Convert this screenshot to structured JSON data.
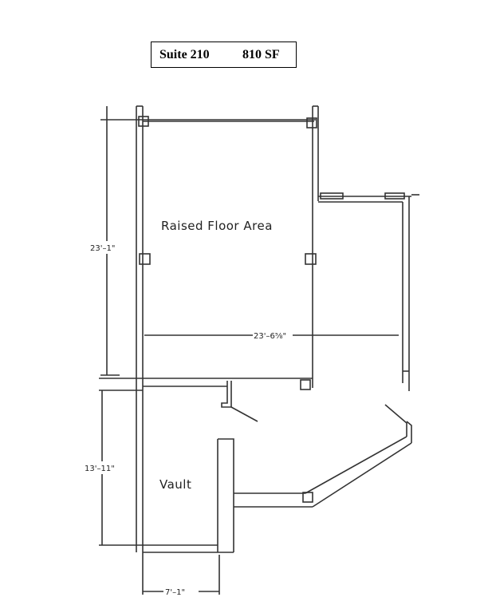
{
  "header": {
    "suite": "Suite 210",
    "area": "810 SF"
  },
  "rooms": {
    "raised_floor": "Raised Floor Area",
    "vault": "Vault"
  },
  "dimensions": {
    "raised_height": "23'–1\"",
    "raised_width": "23'–6⅝\"",
    "vault_height": "13'–11\"",
    "vault_width": "7'–1\""
  }
}
